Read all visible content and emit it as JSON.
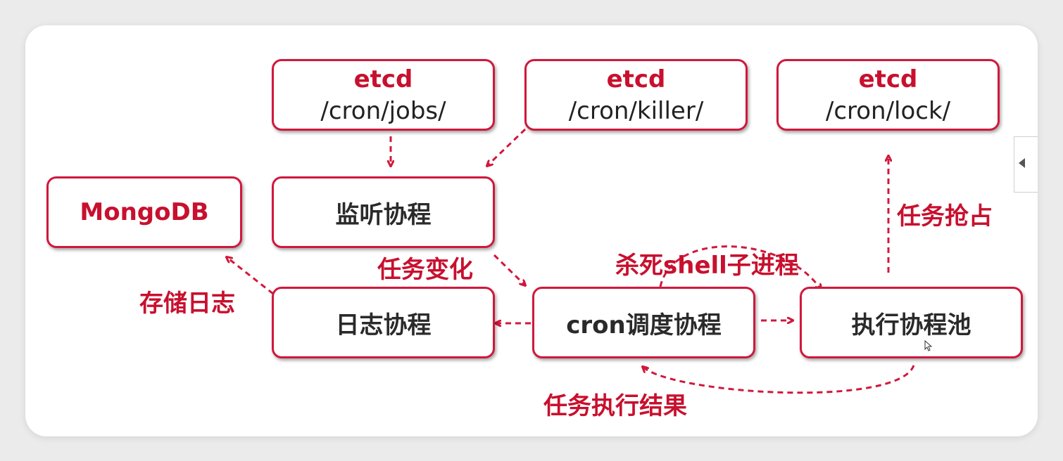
{
  "nodes": {
    "etcd_jobs": {
      "title": "etcd",
      "path": "/cron/jobs/"
    },
    "etcd_killer": {
      "title": "etcd",
      "path": "/cron/killer/"
    },
    "etcd_lock": {
      "title": "etcd",
      "path": "/cron/lock/"
    },
    "mongodb": {
      "label": "MongoDB"
    },
    "watch_coroutine": {
      "label": "监听协程"
    },
    "log_coroutine": {
      "label": "日志协程"
    },
    "scheduler_coroutine": {
      "label": "cron调度协程"
    },
    "executor_pool": {
      "label": "执行协程池"
    }
  },
  "edge_labels": {
    "task_change": "任务变化",
    "kill_shell": "杀死shell子进程",
    "task_lock": "任务抢占",
    "store_log": "存储日志",
    "task_result": "任务执行结果"
  },
  "colors": {
    "accent": "#d0183c",
    "text_dark": "#2a2a2a",
    "background": "#ffffff"
  },
  "icons": [
    "collapse-arrow-icon",
    "mouse-cursor-icon"
  ]
}
